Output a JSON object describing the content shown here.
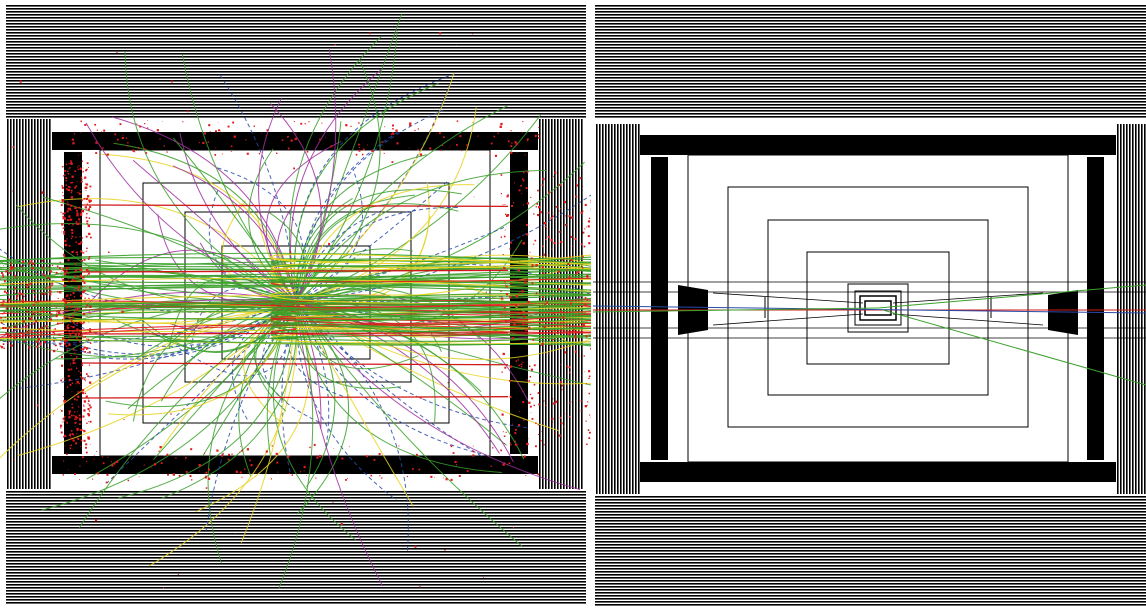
{
  "colors": {
    "background": "#ffffff",
    "detector_lines": "#000000",
    "charged_track_green": "#3aa02a",
    "track_yellow": "#e6d21e",
    "neutral_blue": "#2a4aa8",
    "hits_red": "#e01c1c",
    "beam_red": "#d01818",
    "track_magenta": "#a030a0"
  },
  "panels": [
    {
      "id": "left",
      "view": "high-multiplicity-event-display",
      "icons": [
        "detector-outline",
        "particle-tracks",
        "energy-hits"
      ]
    },
    {
      "id": "right",
      "view": "low-multiplicity-event-display",
      "icons": [
        "detector-outline",
        "particle-tracks"
      ]
    }
  ]
}
